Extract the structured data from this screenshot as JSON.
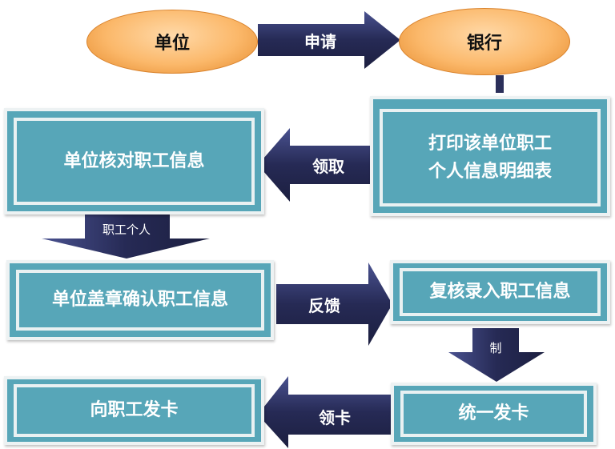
{
  "nodes": {
    "unit": "单位",
    "bank": "银行",
    "print": [
      "打印该单位职工",
      "个人信息明细表"
    ],
    "unit_check": "单位核对职工信息",
    "unit_stamp": "单位盖章确认职工信息",
    "review": "复核录入职工信息",
    "issue": "统一发卡",
    "distribute": "向职工发卡"
  },
  "arrows": {
    "apply": "申请",
    "collect": "领取",
    "personal": "职工个人",
    "feedback": "反馈",
    "make": "制",
    "collect_card": "领卡"
  },
  "colors": {
    "box": "#57a6b8",
    "arrow": "#2b2f5a",
    "ellipse": "#fbb86a"
  }
}
